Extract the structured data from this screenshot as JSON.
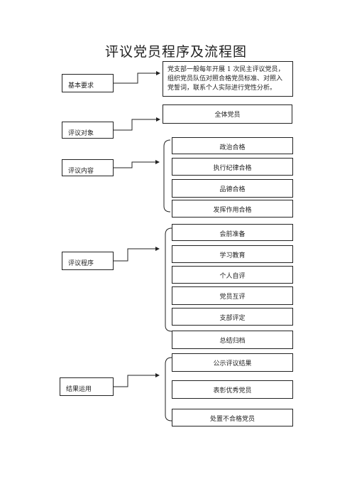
{
  "title": "评议党员程序及流程图",
  "sections": {
    "basic": {
      "label": "基本要求",
      "text": "党支部一般每年开展 1 次民主评议党员，组织党员队伍对照合格党员标准、对照入党誓词，联系个人实际进行党性分析。"
    },
    "target": {
      "label": "评议对象",
      "items": [
        "全体党员"
      ]
    },
    "content": {
      "label": "评议内容",
      "items": [
        "政治合格",
        "执行纪律合格",
        "品德合格",
        "发挥作用合格"
      ]
    },
    "procedure": {
      "label": "评议程序",
      "items": [
        "会前准备",
        "学习教育",
        "个人自评",
        "党员互评",
        "支部评定",
        "总结归档"
      ]
    },
    "result": {
      "label": "结果运用",
      "items": [
        "公示评议结果",
        "表彰优秀党员",
        "处置不合格党员"
      ]
    }
  },
  "colors": {
    "stroke": "#222222",
    "watermark": "#2a3f8f"
  }
}
